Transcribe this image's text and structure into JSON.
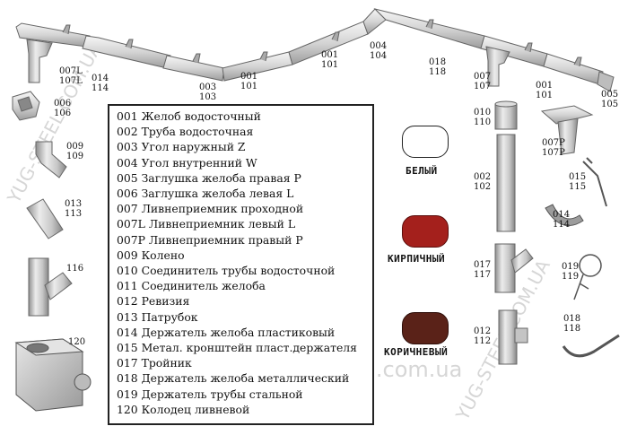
{
  "legend": {
    "items": [
      "001 Желоб водосточный",
      "002 Труба водосточная",
      "003 Угол наружный Z",
      "004 Угол внутренний W",
      "005 Заглушка желоба правая P",
      "006 Заглушка желоба левая L",
      "007 Ливнеприемник проходной",
      "007L Ливнеприемник левый L",
      "007P Ливнеприемник правый P",
      "009 Колено",
      "010 Соединитель трубы водосточной",
      "011 Соединитель желоба",
      "012 Ревизия",
      "013 Патрубок",
      "014 Держатель желоба пластиковый",
      "015 Метал. кронштейн пласт.держателя",
      "017 Тройник",
      "018 Держатель желоба металлический",
      "019 Держатель трубы стальной",
      "120 Колодец ливневой"
    ]
  },
  "colors": [
    {
      "name": "БЕЛЫЙ",
      "hex": "#ffffff"
    },
    {
      "name": "КИРПИЧНЫЙ",
      "hex": "#a4201c"
    },
    {
      "name": "КОРИЧНЕВЫЙ",
      "hex": "#5a2218"
    }
  ],
  "codes": {
    "c007l": [
      "007L",
      "107L"
    ],
    "c014a": [
      "014",
      "114"
    ],
    "c003": [
      "003",
      "103"
    ],
    "c001a": [
      "001",
      "101"
    ],
    "c001b": [
      "001",
      "101"
    ],
    "c004": [
      "004",
      "104"
    ],
    "c018a": [
      "018",
      "118"
    ],
    "c007": [
      "007",
      "107"
    ],
    "c001c": [
      "001",
      "101"
    ],
    "c005": [
      "005",
      "105"
    ],
    "c006": [
      "006",
      "106"
    ],
    "c009": [
      "009",
      "109"
    ],
    "c013": [
      "013",
      "113"
    ],
    "c116": [
      "116"
    ],
    "c120": [
      "120"
    ],
    "c010": [
      "010",
      "110"
    ],
    "c002": [
      "002",
      "102"
    ],
    "c017": [
      "017",
      "117"
    ],
    "c012": [
      "012",
      "112"
    ],
    "c007p": [
      "007P",
      "107P"
    ],
    "c015": [
      "015",
      "115"
    ],
    "c014b": [
      "014",
      "114"
    ],
    "c019": [
      "019",
      "119"
    ],
    "c018b": [
      "018",
      "118"
    ]
  },
  "watermarks": {
    "main": "profnastik-steel.com.ua",
    "side_left": "YUG-STEEL.COM.UA",
    "side_right": "YUG-STEEL.COM.UA"
  }
}
